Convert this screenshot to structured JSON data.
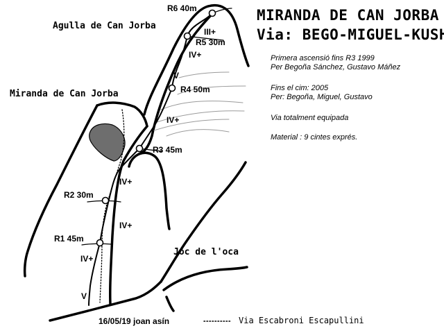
{
  "title": {
    "line1": "MIRANDA DE CAN JORBA",
    "line2": "Via: BEGO-MIGUEL-KUSH"
  },
  "places": {
    "agulla": "Agulla de Can Jorba",
    "miranda": "Miranda de Can Jorba",
    "joc": "Joc de l'oca"
  },
  "relays": {
    "r6": "R6 40m",
    "r5": "R5 30m",
    "r4": "R4 50m",
    "r3": "R3 45m",
    "r2": "R2 30m",
    "r1": "R1 45m"
  },
  "grades": {
    "g1": "III+",
    "g2": "IV+",
    "g3": "V",
    "g4": "IV+",
    "g5": "IV+",
    "g6": "IV+",
    "g7": "IV+",
    "g8": "V"
  },
  "info": {
    "line1": "Primera ascensió fins R3 1999",
    "line2": "Per Begoña Sánchez, Gustavo Máñez",
    "line3": "Fins el cim: 2005",
    "line4": "Per: Begoña, Miguel, Gustavo",
    "line5": "Via totalment equipada",
    "line6": "Material : 9 cintes exprés."
  },
  "signature": "16/05/19 joan asín",
  "legend": {
    "label": "Via Escabroni Escapullini"
  },
  "colors": {
    "ink": "#000000",
    "shade": "#6e6e6e",
    "faint": "#9a9a9a"
  }
}
